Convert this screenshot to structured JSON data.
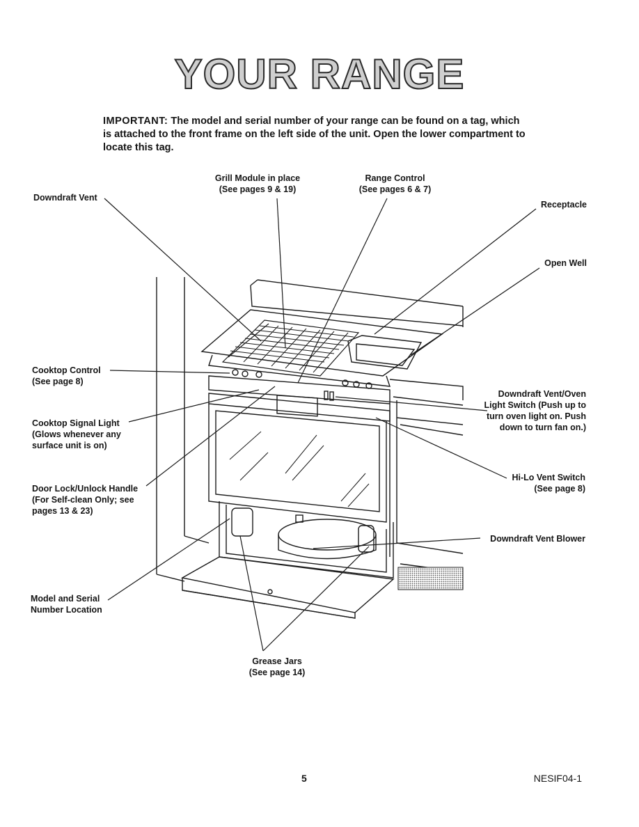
{
  "title": "YOUR RANGE",
  "intro": {
    "lead": "IMPORTANT:",
    "text": " The model and serial number of your range can be found on a tag, which is attached to the front frame on the left side of the unit.  Open the lower compartment to locate this tag."
  },
  "labels": {
    "grill_module": "Grill Module in place",
    "grill_module_ref": "(See pages 9 & 19)",
    "range_control": "Range Control",
    "range_control_ref": "(See pages 6 & 7)",
    "downdraft_vent": "Downdraft Vent",
    "receptacle": "Receptacle",
    "open_well": "Open Well",
    "cooktop_control": "Cooktop Control",
    "cooktop_control_ref": "(See page 8)",
    "downdraft_switch_1": "Downdraft Vent/Oven",
    "downdraft_switch_2": "Light Switch (Push up to",
    "downdraft_switch_3": "turn oven light on.  Push",
    "downdraft_switch_4": "down to turn fan on.)",
    "signal_light_1": "Cooktop Signal Light",
    "signal_light_2": "(Glows whenever any",
    "signal_light_3": "surface unit is on)",
    "hilo_switch": "Hi-Lo Vent Switch",
    "hilo_switch_ref": "(See page 8)",
    "door_lock_1": "Door Lock/Unlock Handle",
    "door_lock_2": "(For Self-clean Only; see",
    "door_lock_3": "pages 13 & 23)",
    "blower": "Downdraft Vent Blower",
    "model_serial_1": "Model and Serial",
    "model_serial_2": "Number Location",
    "grease_jars": "Grease Jars",
    "grease_jars_ref": "(See page 14)"
  },
  "footer": {
    "page_number": "5",
    "doc_code": "NESIF04-1"
  }
}
